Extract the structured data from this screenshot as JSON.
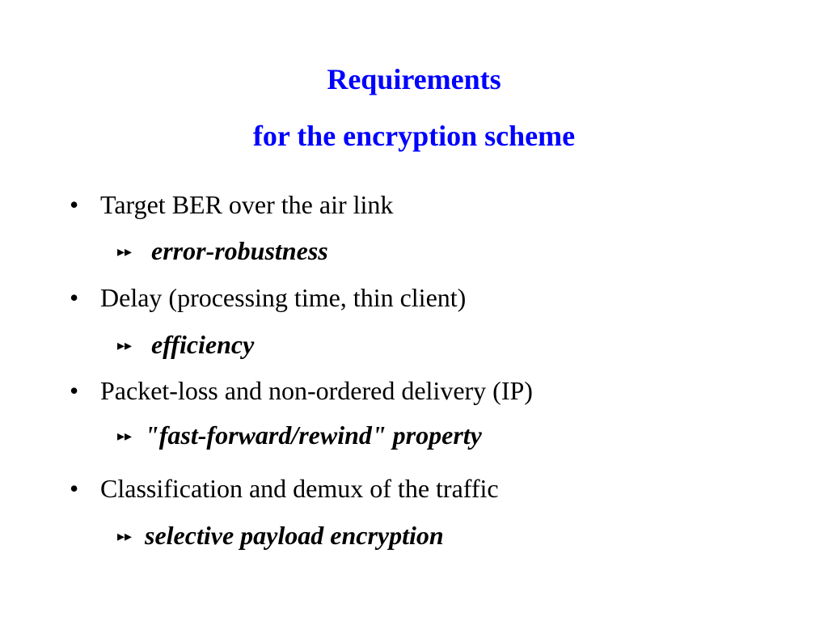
{
  "title": {
    "line1": "Requirements",
    "line2": "for the encryption scheme",
    "color": "#0000ff"
  },
  "bullet_symbol": "•",
  "sub_bullet_symbol": "⏩",
  "items": [
    {
      "label": "Target BER over the air link",
      "result": "error-robustness"
    },
    {
      "label": "Delay (processing time, thin client)",
      "result": "efficiency"
    },
    {
      "label": "Packet-loss and non-ordered delivery (IP)",
      "result": "\"fast-forward/rewind\" property"
    },
    {
      "label": "Classification and demux of the traffic",
      "result": "selective payload encryption"
    }
  ]
}
